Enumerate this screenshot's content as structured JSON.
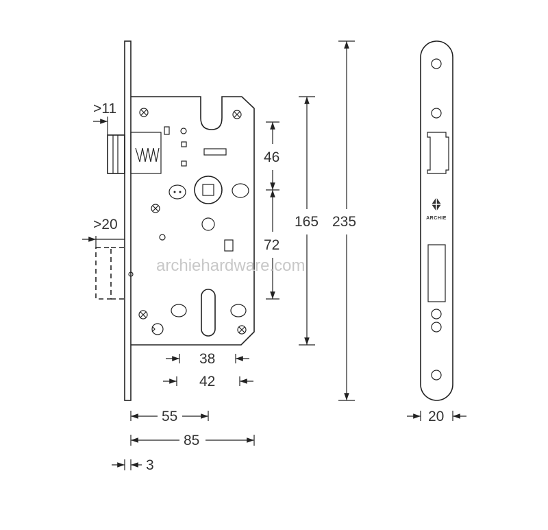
{
  "dimensions": {
    "d_gt11": ">11",
    "d_gt20": ">20",
    "d_46": "46",
    "d_72": "72",
    "d_165": "165",
    "d_235": "235",
    "d_38": "38",
    "d_42": "42",
    "d_55": "55",
    "d_85": "85",
    "d_3": "3",
    "d_20": "20"
  },
  "strike_plate": {
    "brand_label": "ARCHIE"
  },
  "watermark": "archiehardware.com",
  "colors": {
    "line": "#222222",
    "watermark": "#c8c8c8"
  }
}
